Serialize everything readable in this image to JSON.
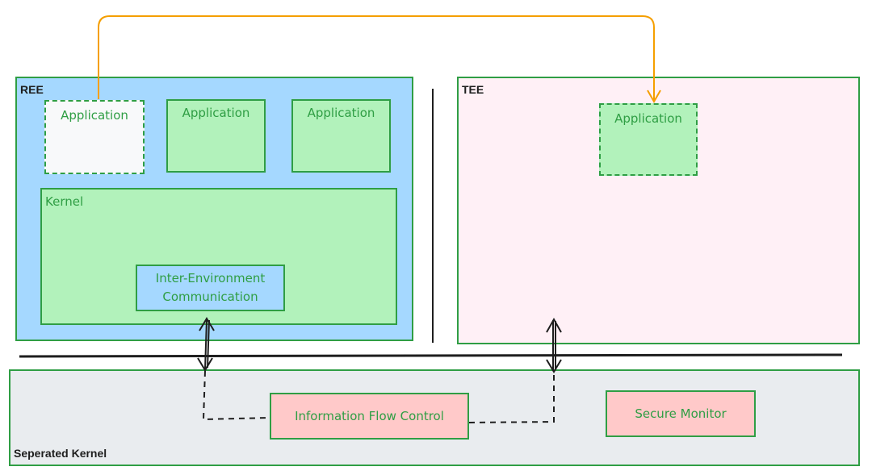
{
  "ree": {
    "title": "REE",
    "apps": [
      "Application",
      "Application",
      "Application"
    ],
    "kernel_label": "Kernel",
    "iec_label_line1": "Inter-Environment",
    "iec_label_line2": "Communication"
  },
  "tee": {
    "title": "TEE",
    "app": "Application"
  },
  "separated_kernel": {
    "title": "Seperated Kernel",
    "ifc": "Information Flow Control",
    "secure_monitor": "Secure Monitor"
  },
  "colors": {
    "ree_bg": "#a5d8ff",
    "tee_bg": "#fff0f6",
    "kernel_bg": "#b2f2bb",
    "sk_bg": "#e9ecef",
    "component_bg": "#ffc9c9",
    "stroke_green": "#2f9e44",
    "arrow_orange": "#f59f00",
    "app_white": "#f8f9fa"
  }
}
